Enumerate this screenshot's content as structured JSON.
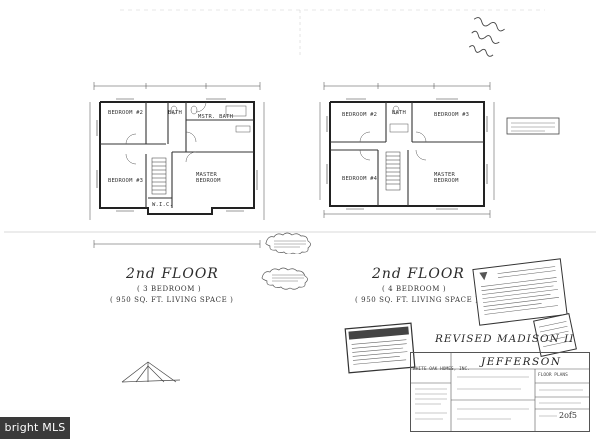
{
  "plans": [
    {
      "id": "left",
      "title": "2nd FLOOR",
      "bedrooms": "( 3 BEDROOM )",
      "area": "( 950 SQ. FT. LIVING SPACE )",
      "rooms": [
        "BEDROOM #2",
        "MSTR. BATH",
        "BATH",
        "BEDROOM #3",
        "MASTER BEDROOM",
        "W.I.C."
      ]
    },
    {
      "id": "right",
      "title": "2nd FLOOR",
      "bedrooms": "( 4 BEDROOM )",
      "area": "( 950 SQ. FT. LIVING SPACE )",
      "rooms": [
        "BEDROOM #2",
        "BATH",
        "BEDROOM #3",
        "BEDROOM #4",
        "MASTER BEDROOM"
      ]
    }
  ],
  "revision_title": "REVISED MADISON II",
  "title_block": {
    "model_name": "JEFFERSON",
    "company": "WHITE OAK HOMES, INC.",
    "sheet_title": "FLOOR PLANS",
    "sheet_number": "2of5"
  },
  "watermark": "bright MLS"
}
